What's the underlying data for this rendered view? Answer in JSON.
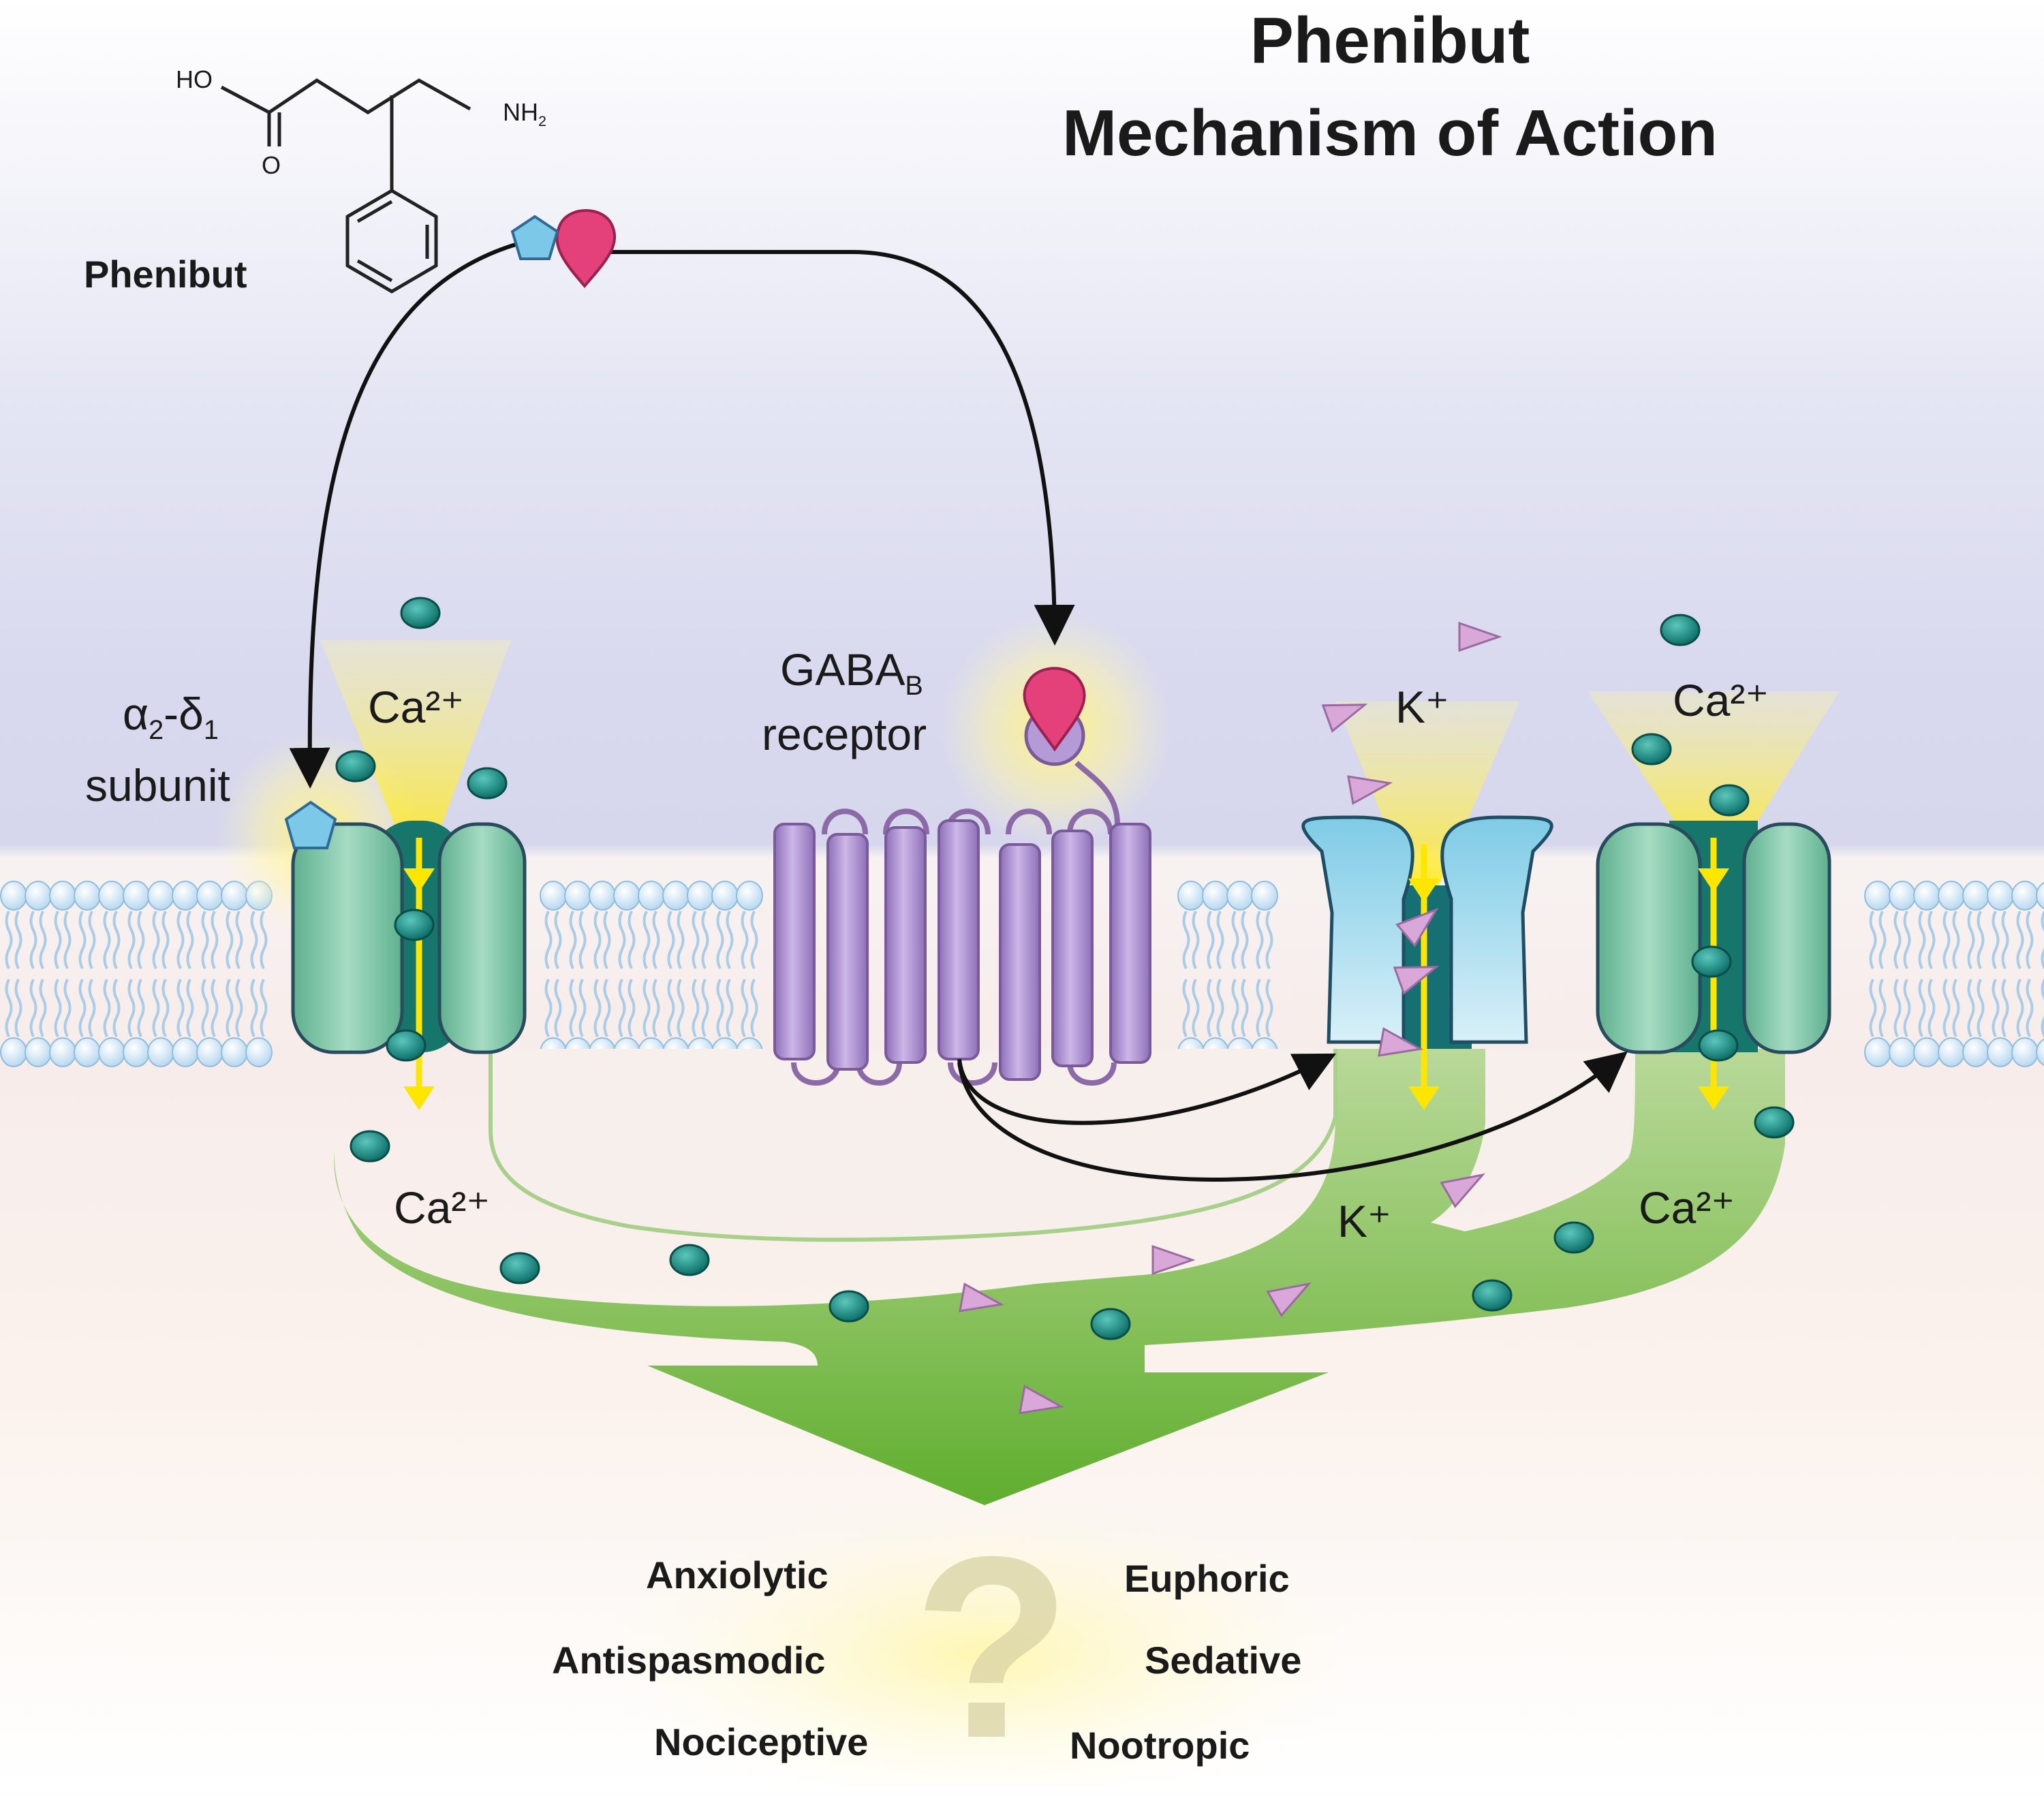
{
  "title": {
    "line1": "Phenibut",
    "line2": "Mechanism of Action"
  },
  "molecule": {
    "name": "Phenibut",
    "ho": "HO",
    "o": "O",
    "nh": "NH",
    "nh_sub": "2"
  },
  "labels": {
    "alpha_base": "α",
    "alpha_sub": "2",
    "delta_base": "-δ",
    "delta_sub": "1",
    "subunit": "subunit",
    "gaba_base": "GABA",
    "gaba_sub": "B",
    "receptor": "receptor",
    "ca_left_top": "Ca²⁺",
    "k_top": "K⁺",
    "ca_right_top": "Ca²⁺",
    "ca_left_bottom": "Ca²⁺",
    "k_bottom": "K⁺",
    "ca_right_bottom": "Ca²⁺"
  },
  "effects": {
    "anxiolytic": "Anxiolytic",
    "euphoric": "Euphoric",
    "antispasmodic": "Antispasmodic",
    "sedative": "Sedative",
    "nociceptive": "Nociceptive",
    "nootropic": "Nootropic",
    "unknown_mark": "?"
  },
  "colors": {
    "calcium_ion": "#1a8a80",
    "potassium_ion": "#d9a8d8",
    "gaba_receptor": "#b79ad6",
    "ca_channel": "#7cc4a6",
    "k_channel": "#a8dcef",
    "signal_flow": "#6ab43c",
    "ion_flux": "#ffe800",
    "drug_pentagon": "#7cc8e8",
    "drug_drop": "#e0407a"
  }
}
